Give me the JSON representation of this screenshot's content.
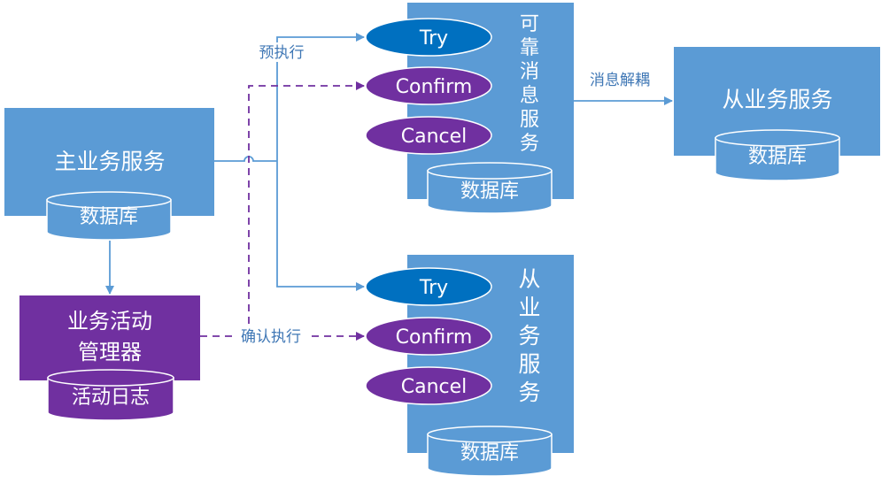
{
  "colors": {
    "service_blue": "#5b9bd5",
    "db_blue": "#5b9bd5",
    "manager_purple": "#7030a0",
    "try_blue": "#0070c0",
    "confirm_purple": "#7030a0",
    "arrow_blue": "#5b9bd5",
    "dashed_purple": "#7030a0",
    "label_blue": "#3f77b5"
  },
  "main_service": {
    "title": "主业务服务",
    "db": "数据库"
  },
  "activity_manager": {
    "line1": "业务活动",
    "line2": "管理器",
    "db": "活动日志"
  },
  "reliable_msg_service": {
    "title_chars": [
      "可",
      "靠",
      "消",
      "息",
      "服",
      "务"
    ],
    "try": "Try",
    "confirm": "Confirm",
    "cancel": "Cancel",
    "db": "数据库"
  },
  "sub_service_top": {
    "title": "从业务服务",
    "db": "数据库"
  },
  "sub_service_bottom": {
    "title_chars": [
      "从",
      "业",
      "务",
      "服",
      "务"
    ],
    "try": "Try",
    "confirm": "Confirm",
    "cancel": "Cancel",
    "db": "数据库"
  },
  "edge_labels": {
    "pre_execute": "预执行",
    "confirm_execute": "确认执行",
    "msg_decouple": "消息解耦"
  }
}
